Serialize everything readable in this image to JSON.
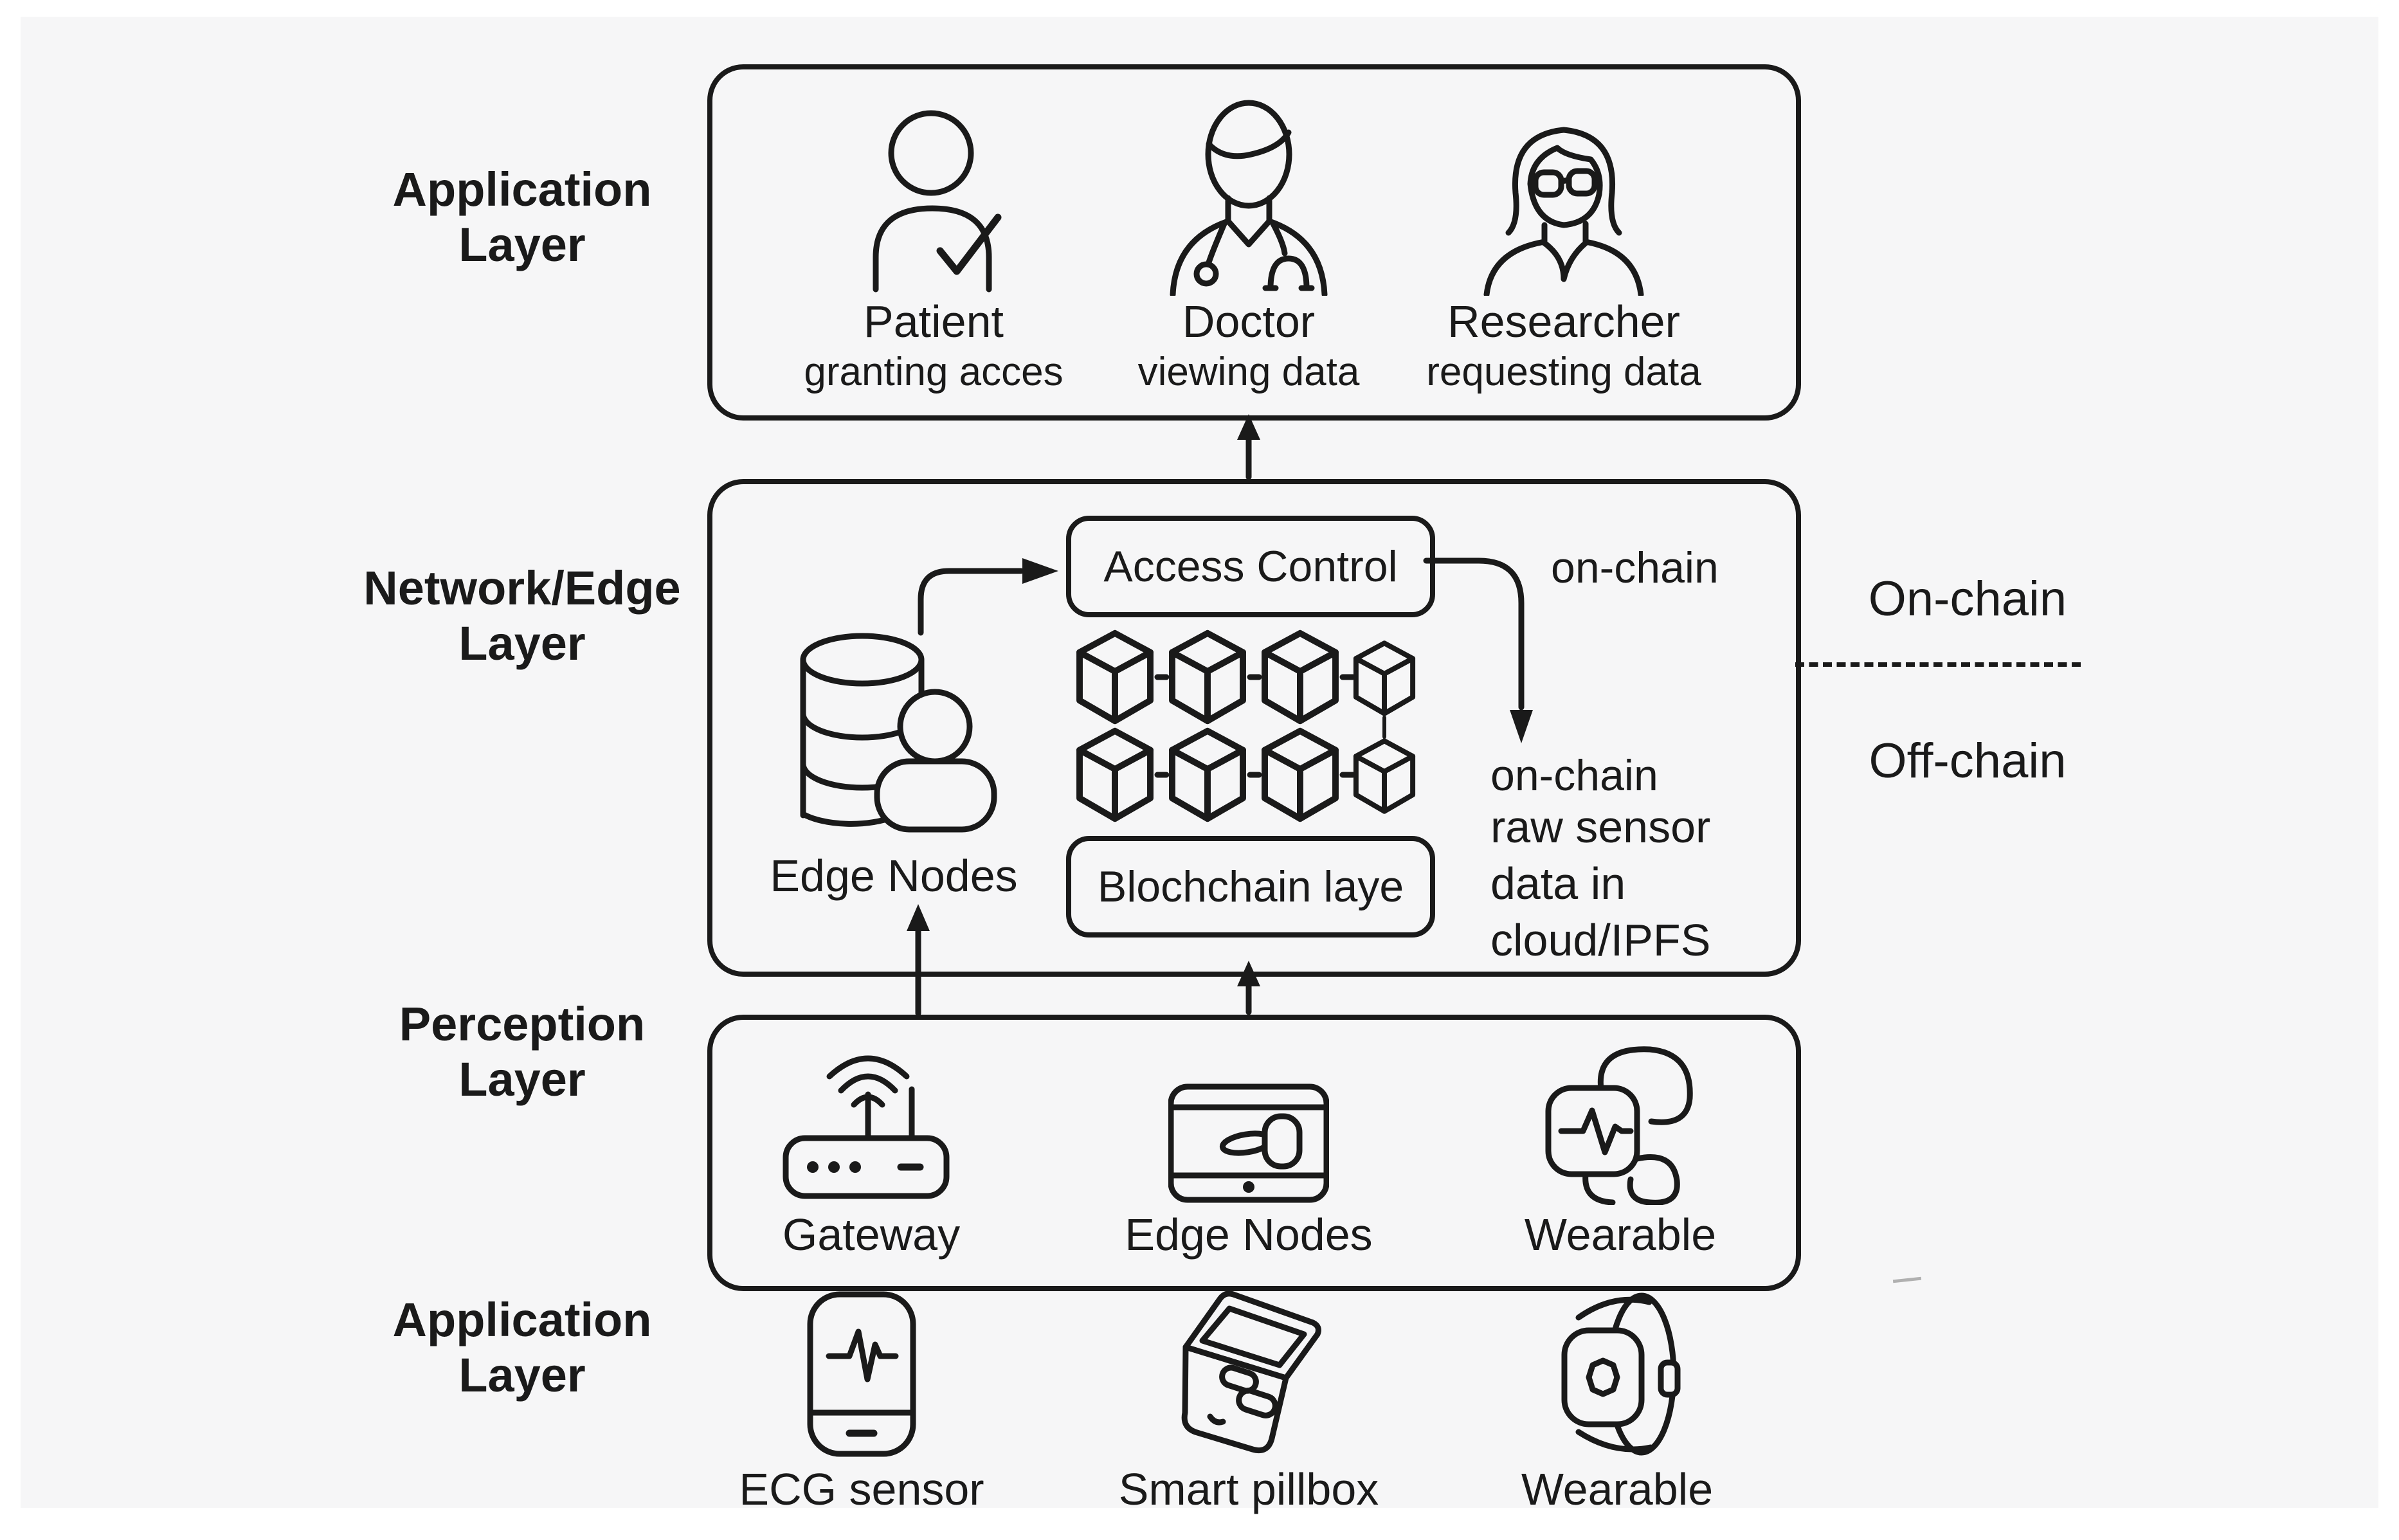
{
  "palette": {
    "ink": "#1a1a1a",
    "canvas_bg": "#f6f6f7",
    "page_bg": "#ffffff"
  },
  "layer_labels": {
    "application_top": {
      "line1": "Application",
      "line2": "Layer"
    },
    "network_edge": {
      "line1": "Network/Edge",
      "line2": "Layer"
    },
    "perception": {
      "line1": "Perception",
      "line2": "Layer"
    },
    "application_bottom": {
      "line1": "Application",
      "line2": "Layer"
    }
  },
  "application_layer_box": {
    "actors": [
      {
        "name": "Patient",
        "caption": "granting acces",
        "icon": "patient-check-icon"
      },
      {
        "name": "Doctor",
        "caption": "viewing data",
        "icon": "doctor-stethoscope-icon"
      },
      {
        "name": "Researcher",
        "caption": "requesting data",
        "icon": "researcher-glasses-icon"
      }
    ]
  },
  "network_edge_box": {
    "access_control_label": "Access Control",
    "blockchain_box_label": "Blochchain laye",
    "edge_nodes_label": "Edge Nodes",
    "edge_nodes_icon": "database-user-icon",
    "blockchain_cubes_icon": "blockchain-cubes-icon",
    "arrow_label_on_chain": "on-chain",
    "on_chain_label": "on-chain",
    "storage_note": [
      "raw sensor",
      "data in",
      "cloud/IPFS"
    ]
  },
  "chain_divider": {
    "above": "On-chain",
    "below": "Off-chain"
  },
  "perception_box": {
    "devices": [
      {
        "name": "Gateway",
        "icon": "gateway-router-icon"
      },
      {
        "name": "Edge Nodes",
        "icon": "edge-node-tablet-lock-icon"
      },
      {
        "name": "Wearable",
        "icon": "wearable-watch-icon"
      }
    ]
  },
  "device_row": {
    "devices": [
      {
        "name": "ECG sensor",
        "icon": "ecg-sensor-icon"
      },
      {
        "name": "Smart pillbox",
        "icon": "smart-pillbox-icon"
      },
      {
        "name": "Wearable",
        "icon": "smartwatch-icon"
      }
    ]
  }
}
